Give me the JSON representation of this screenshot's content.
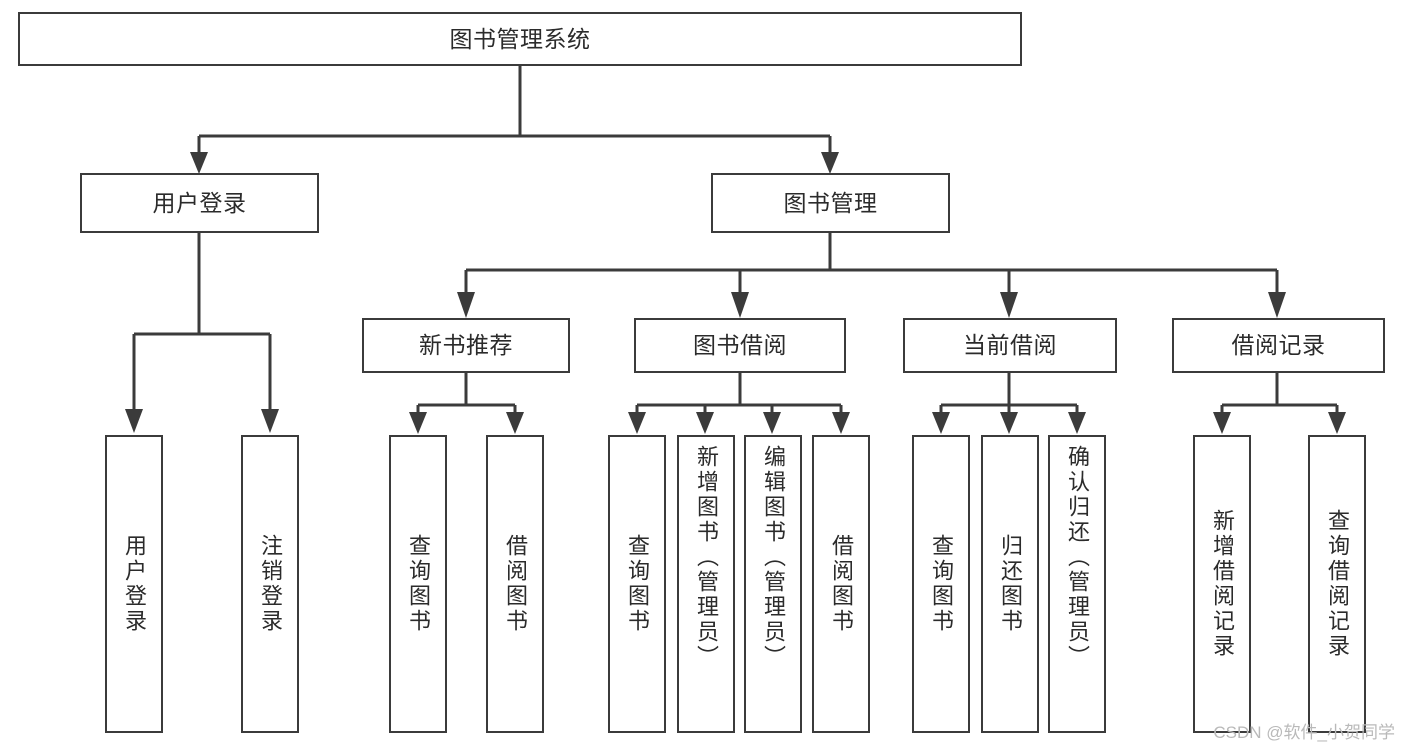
{
  "diagram": {
    "type": "tree-hierarchy",
    "title": "图书管理系统",
    "orientation": "top-down",
    "colors": {
      "box_border": "#3b3b3b",
      "box_fill": "#ffffff",
      "connector": "#3b3b3b",
      "text": "#2b2b2b",
      "watermark": "#b9b9b9",
      "page_background": "#ffffff"
    },
    "root": {
      "label": "图书管理系统"
    },
    "level2": [
      {
        "id": "user-login",
        "label": "用户登录"
      },
      {
        "id": "book-manage",
        "label": "图书管理"
      }
    ],
    "level3": [
      {
        "id": "new-book-recommend",
        "label": "新书推荐",
        "parent": "book-manage"
      },
      {
        "id": "book-borrow",
        "label": "图书借阅",
        "parent": "book-manage"
      },
      {
        "id": "current-borrow",
        "label": "当前借阅",
        "parent": "book-manage"
      },
      {
        "id": "borrow-record",
        "label": "借阅记录",
        "parent": "book-manage"
      }
    ],
    "leaves": {
      "user-login": [
        {
          "id": "leaf-user-login",
          "label": "用户登录"
        },
        {
          "id": "leaf-logout",
          "label": "注销登录"
        }
      ],
      "new-book-recommend": [
        {
          "id": "leaf-query-book-1",
          "label": "查询图书"
        },
        {
          "id": "leaf-borrow-book-1",
          "label": "借阅图书"
        }
      ],
      "book-borrow": [
        {
          "id": "leaf-query-book-2",
          "label": "查询图书"
        },
        {
          "id": "leaf-add-book",
          "label": "新增图书（管理员）"
        },
        {
          "id": "leaf-edit-book",
          "label": "编辑图书（管理员）"
        },
        {
          "id": "leaf-borrow-book-2",
          "label": "借阅图书"
        }
      ],
      "current-borrow": [
        {
          "id": "leaf-query-book-3",
          "label": "查询图书"
        },
        {
          "id": "leaf-return-book",
          "label": "归还图书"
        },
        {
          "id": "leaf-confirm-return",
          "label": "确认归还（管理员）"
        }
      ],
      "borrow-record": [
        {
          "id": "leaf-add-record",
          "label": "新增借阅记录"
        },
        {
          "id": "leaf-query-record",
          "label": "查询借阅记录"
        }
      ]
    }
  },
  "watermark": {
    "text": "CSDN @软件_小贺同学"
  }
}
